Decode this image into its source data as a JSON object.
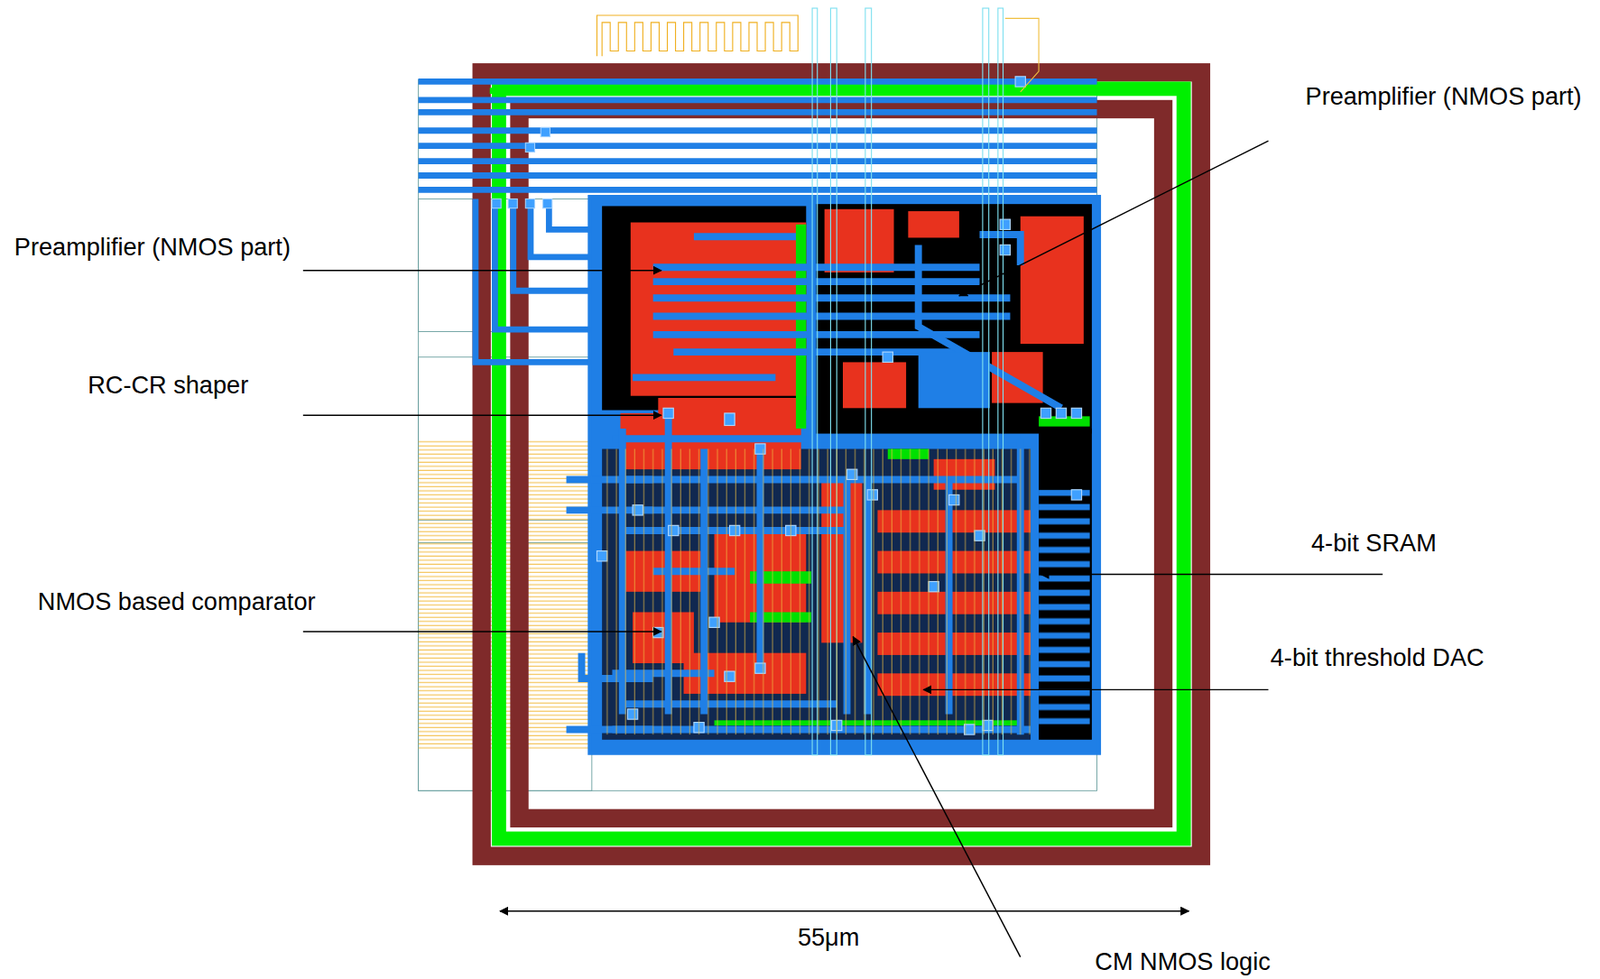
{
  "diagram": {
    "labels": [
      "Preamplifier (NMOS part)",
      "Preamplifier (NMOS part)",
      "RC-CR shaper",
      "NMOS based comparator",
      "4-bit SRAM",
      "4-bit threshold DAC",
      "55μm",
      "CM NMOS logic"
    ]
  }
}
